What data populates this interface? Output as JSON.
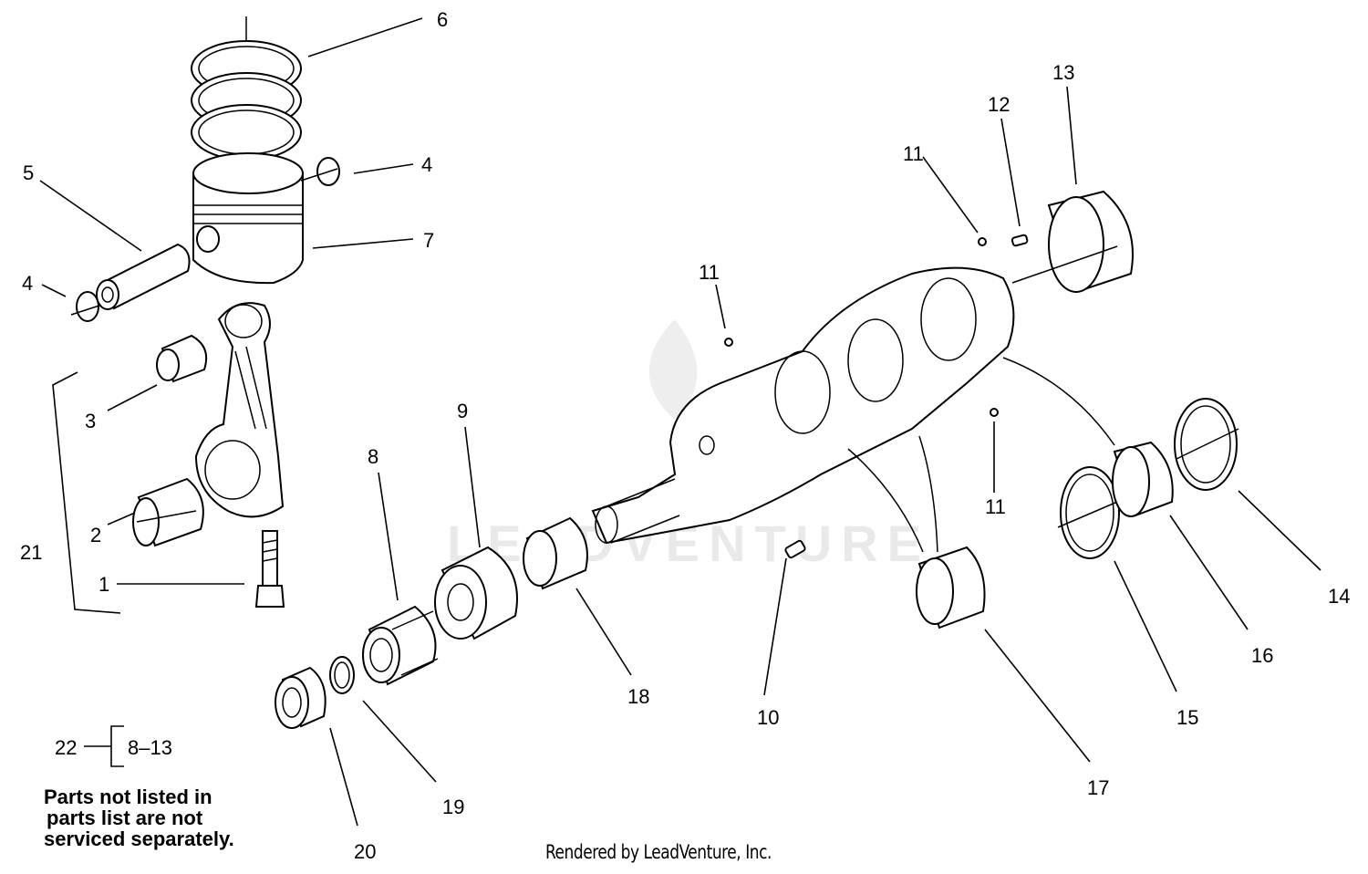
{
  "watermark": "LEADVENTURE",
  "callouts": {
    "c1": "1",
    "c2": "2",
    "c3": "3",
    "c4a": "4",
    "c4b": "4",
    "c5": "5",
    "c6": "6",
    "c7": "7",
    "c8": "8",
    "c9": "9",
    "c10": "10",
    "c11a": "11",
    "c11b": "11",
    "c11c": "11",
    "c12": "12",
    "c13": "13",
    "c14": "14",
    "c15": "15",
    "c16": "16",
    "c17": "17",
    "c18": "18",
    "c19": "19",
    "c20": "20",
    "c21": "21"
  },
  "kit": {
    "number": "22",
    "range": "8–13"
  },
  "footnote": [
    "Parts not listed in",
    "parts list are not",
    "serviced separately."
  ],
  "credit": "Rendered by LeadVenture, Inc."
}
